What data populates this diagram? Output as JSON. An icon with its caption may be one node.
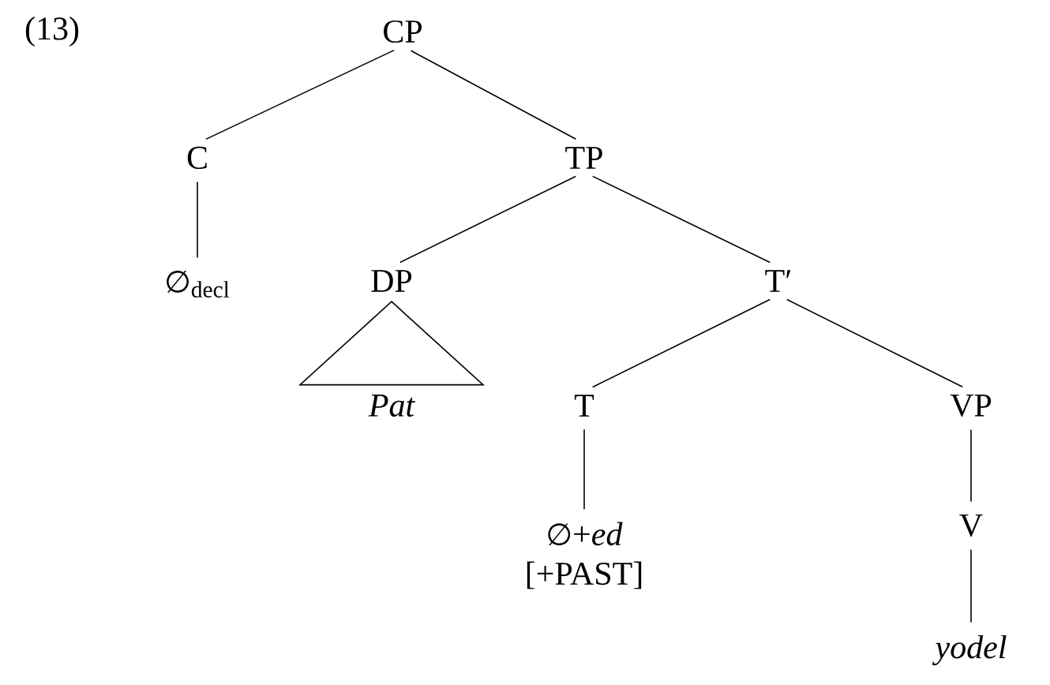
{
  "diagram": {
    "nodes": [
      {
        "text": [
          "CP"
        ]
      },
      {
        "text": [
          "C"
        ]
      },
      {
        "text": [
          "TP"
        ]
      },
      {
        "text": [
          "∅$_{decl}$"
        ]
      },
      {
        "text": [
          "DP"
        ]
      },
      {
        "text": [
          "T′"
        ]
      },
      {
        "text": [
          "Pat"
        ]
      },
      {
        "text": [
          "T"
        ]
      },
      {
        "text": [
          "VP"
        ]
      },
      {
        "text": [
          "∅+*ed*",
          "[+PAST]"
        ]
      },
      {
        "text": [
          "V"
        ]
      },
      {
        "text": [
          "yodel"
        ]
      }
    ],
    "edges": [
      {
        "from": 0,
        "to": 1,
        "arrow": "none"
      },
      {
        "from": 0,
        "to": 2,
        "arrow": "none"
      },
      {
        "from": 1,
        "to": 3,
        "arrow": "none"
      },
      {
        "from": 2,
        "to": 4,
        "arrow": "none"
      },
      {
        "from": 2,
        "to": 5,
        "arrow": "none"
      },
      {
        "from": 4,
        "to": 6,
        "arrow": "none"
      },
      {
        "from": 5,
        "to": 7,
        "arrow": "none"
      },
      {
        "from": 5,
        "to": 8,
        "arrow": "none"
      },
      {
        "from": 7,
        "to": 9,
        "arrow": "none"
      },
      {
        "from": 8,
        "to": 10,
        "arrow": "none"
      },
      {
        "from": 10,
        "to": 11,
        "arrow": "none"
      }
    ],
    "labels": [
      "(13)"
    ]
  }
}
